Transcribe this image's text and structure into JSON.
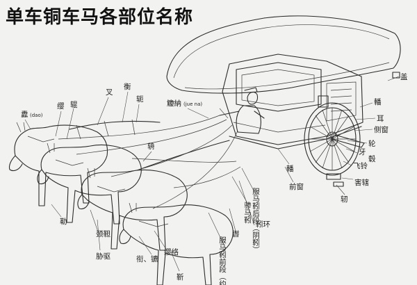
{
  "title": "单车铜车马各部位名称",
  "labels": {
    "dao": "纛",
    "dao_pinyin": "(dao)",
    "ying": "缨",
    "ji": "辊",
    "cha": "叉",
    "heng": "衡",
    "e": "轭",
    "xie_na": "觼納",
    "xie_na_pinyin": "(jue na)",
    "gai": "盖",
    "fan": "轓",
    "er": "耳",
    "ce_chuang": "侧窗",
    "lun": "轮",
    "ya": "牙",
    "gu": "毂",
    "fei_ling": "飞铃",
    "xia_xia": "害辖",
    "ren": "轫",
    "fan_lower": "轓",
    "qian_chuang": "前窗",
    "zhou": "辀",
    "fu_ma_hou": "服马靷后段（阴靷）",
    "can_ma_yin": "骖马靷",
    "yin_huan": "靷环",
    "bi": "辔",
    "fu_ma_qian": "服马靷前段（约",
    "le": "勒",
    "jing_ge": "颈靼",
    "xie_ge": "胁驱",
    "xian_biao": "衔、镳",
    "man_luo": "缨络",
    "bu": "靳"
  }
}
